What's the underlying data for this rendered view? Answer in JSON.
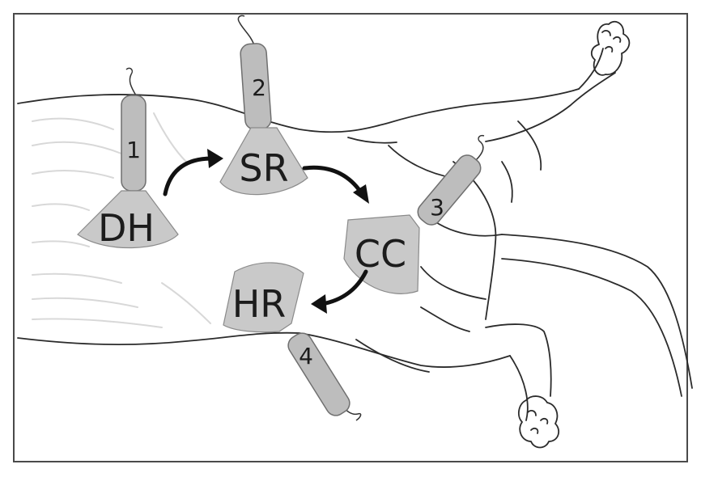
{
  "views": [
    {
      "id": "DH",
      "label": "DH",
      "probe_number": "1"
    },
    {
      "id": "SR",
      "label": "SR",
      "probe_number": "2"
    },
    {
      "id": "CC",
      "label": "CC",
      "probe_number": "3"
    },
    {
      "id": "HR",
      "label": "HR",
      "probe_number": "4"
    }
  ],
  "sequence": [
    "DH",
    "SR",
    "CC",
    "HR"
  ],
  "colors": {
    "fan_fill": "#c9c9c9",
    "probe_fill": "#bdbdbd",
    "outline": "#2b2b2b",
    "arrow": "#111111"
  }
}
